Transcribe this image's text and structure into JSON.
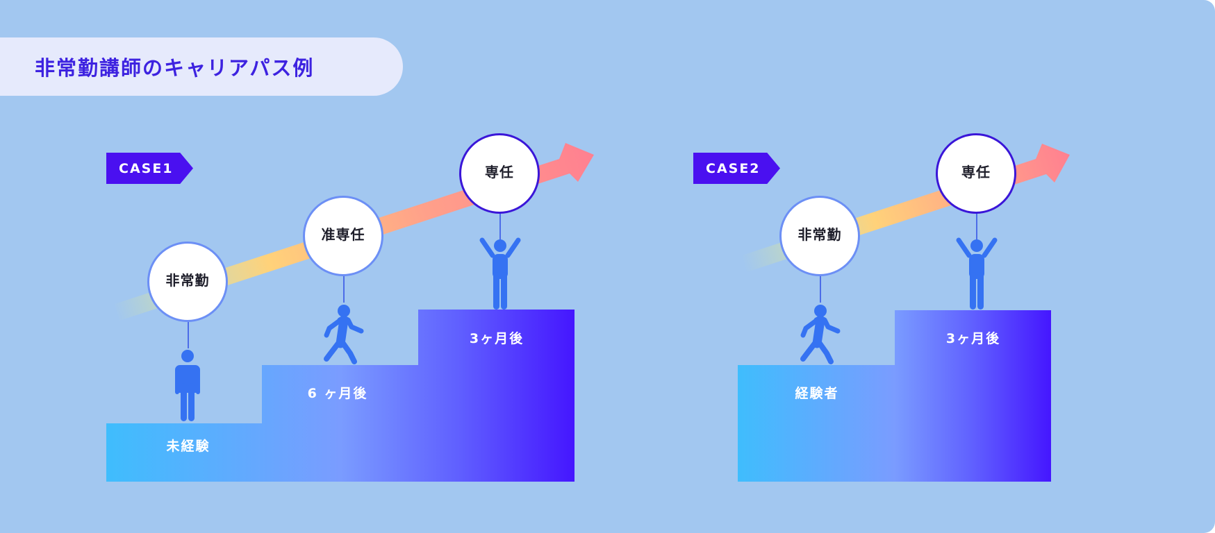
{
  "title": "非常勤講師のキャリアパス例",
  "colors": {
    "background": "#A2C7F0",
    "title_pill": "#E6EAFC",
    "title_text": "#3D22E0",
    "case_tag": "#4A10F0",
    "step_gradient": [
      "#3FBDFD",
      "#7A9CFF",
      "#4516FF"
    ],
    "arrow_gradient": [
      "#C9E0B0",
      "#FFD27A",
      "#FF8A8F"
    ],
    "figure": "#3572F2",
    "bubble_border": "#6C8FF5",
    "bubble_border_final": "#3A16D8"
  },
  "cases": [
    {
      "tag": "CASE1",
      "positions": [
        {
          "label": "非常勤",
          "step_label": "未経験",
          "figure": "standing-person"
        },
        {
          "label": "准専任",
          "step_label": "6 ヶ月後",
          "figure": "walking-person"
        },
        {
          "label": "専任",
          "step_label": "3ヶ月後",
          "figure": "arms-raised-person"
        }
      ]
    },
    {
      "tag": "CASE2",
      "positions": [
        {
          "label": "非常勤",
          "step_label": "経験者",
          "figure": "walking-person"
        },
        {
          "label": "専任",
          "step_label": "3ヶ月後",
          "figure": "arms-raised-person"
        }
      ]
    }
  ]
}
